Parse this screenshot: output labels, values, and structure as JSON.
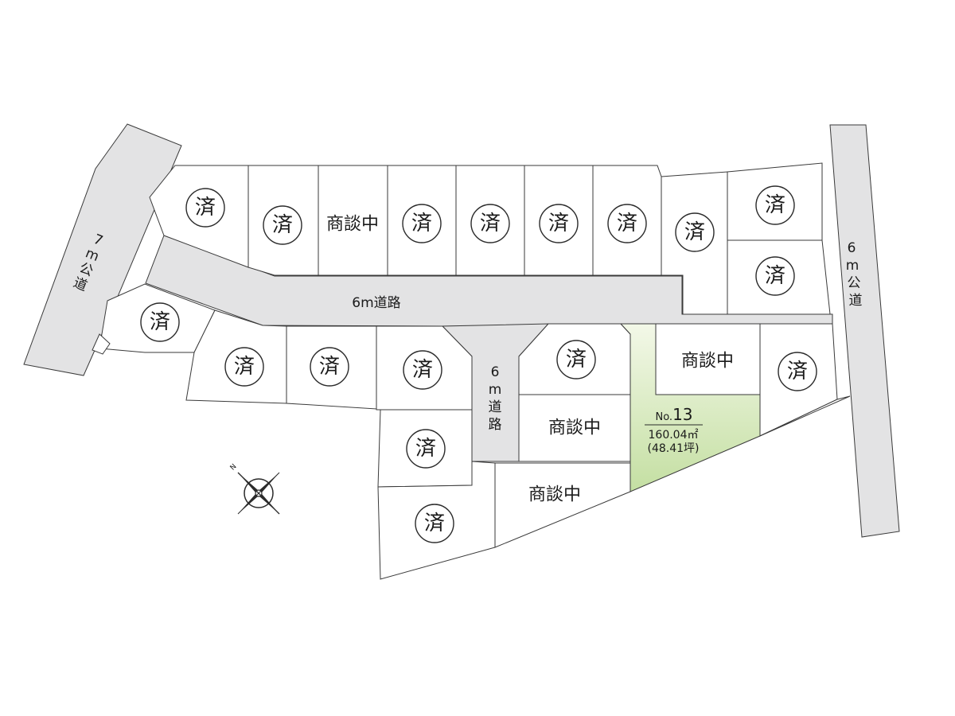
{
  "roads": {
    "main_road_label": "6m道路",
    "side_road_label_chars": [
      "6",
      "m",
      "道",
      "路"
    ],
    "left_public_road_chars": [
      "7",
      "m",
      "公",
      "道"
    ],
    "right_public_road_chars": [
      "6",
      "m",
      "公",
      "道"
    ]
  },
  "status_labels": {
    "sold": "済",
    "negotiating": "商談中"
  },
  "highlight_lot": {
    "number_prefix": "No.",
    "number": "13",
    "area_sqm": "160.04㎡",
    "area_tsubo": "(48.41坪)"
  },
  "compass": {
    "north_label": "N"
  },
  "colors": {
    "road_fill": "#e3e3e4",
    "highlight_top": "#f3f8e8",
    "highlight_bottom": "#c4dfa2",
    "line": "#3a3a3a"
  }
}
